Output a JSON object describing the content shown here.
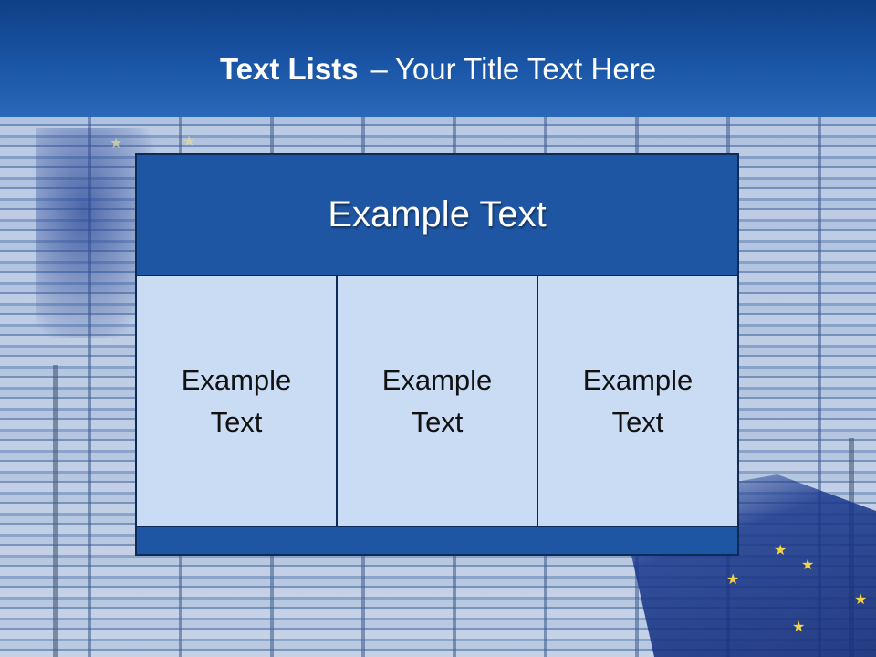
{
  "slide": {
    "title_bold": "Text Lists",
    "title_dash": "–",
    "title_rest": "Your Title Text Here"
  },
  "diagram": {
    "header": "Example Text",
    "cells": [
      "Example Text",
      "Example Text",
      "Example Text"
    ]
  },
  "colors": {
    "title_band": "#1a55a6",
    "header_fill": "#1f56a3",
    "cell_fill": "#c9dcf4",
    "border": "#0e2a57"
  },
  "icons": {
    "flag_stars": "eu-flag-star-icon"
  }
}
